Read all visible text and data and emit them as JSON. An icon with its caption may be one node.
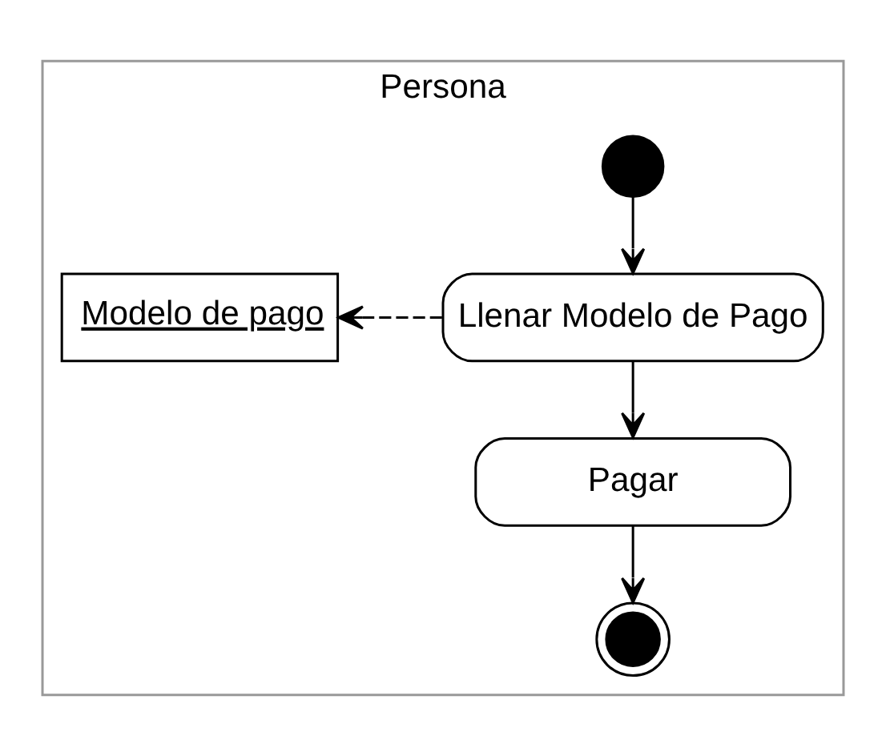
{
  "diagram": {
    "nodes": [
      {
        "text": [
          "Persona"
        ]
      },
      {
        "text": [],
        "shape": "circle",
        "in": 0
      },
      {
        "text": [
          "Llenar Modelo de Pago"
        ],
        "in": 0
      },
      {
        "text": [
          "Modelo de pago"
        ],
        "in": 0
      },
      {
        "text": [
          "Pagar"
        ],
        "in": 0
      },
      {
        "text": [],
        "shape": "circle",
        "in": 0
      }
    ],
    "edges": [
      {
        "from": 1,
        "to": 2,
        "arrow": "to"
      },
      {
        "from": 2,
        "to": 3,
        "arrow": "to",
        "style": "dashed"
      },
      {
        "from": 2,
        "to": 4,
        "arrow": "to"
      },
      {
        "from": 4,
        "to": 5,
        "arrow": "to"
      }
    ]
  }
}
